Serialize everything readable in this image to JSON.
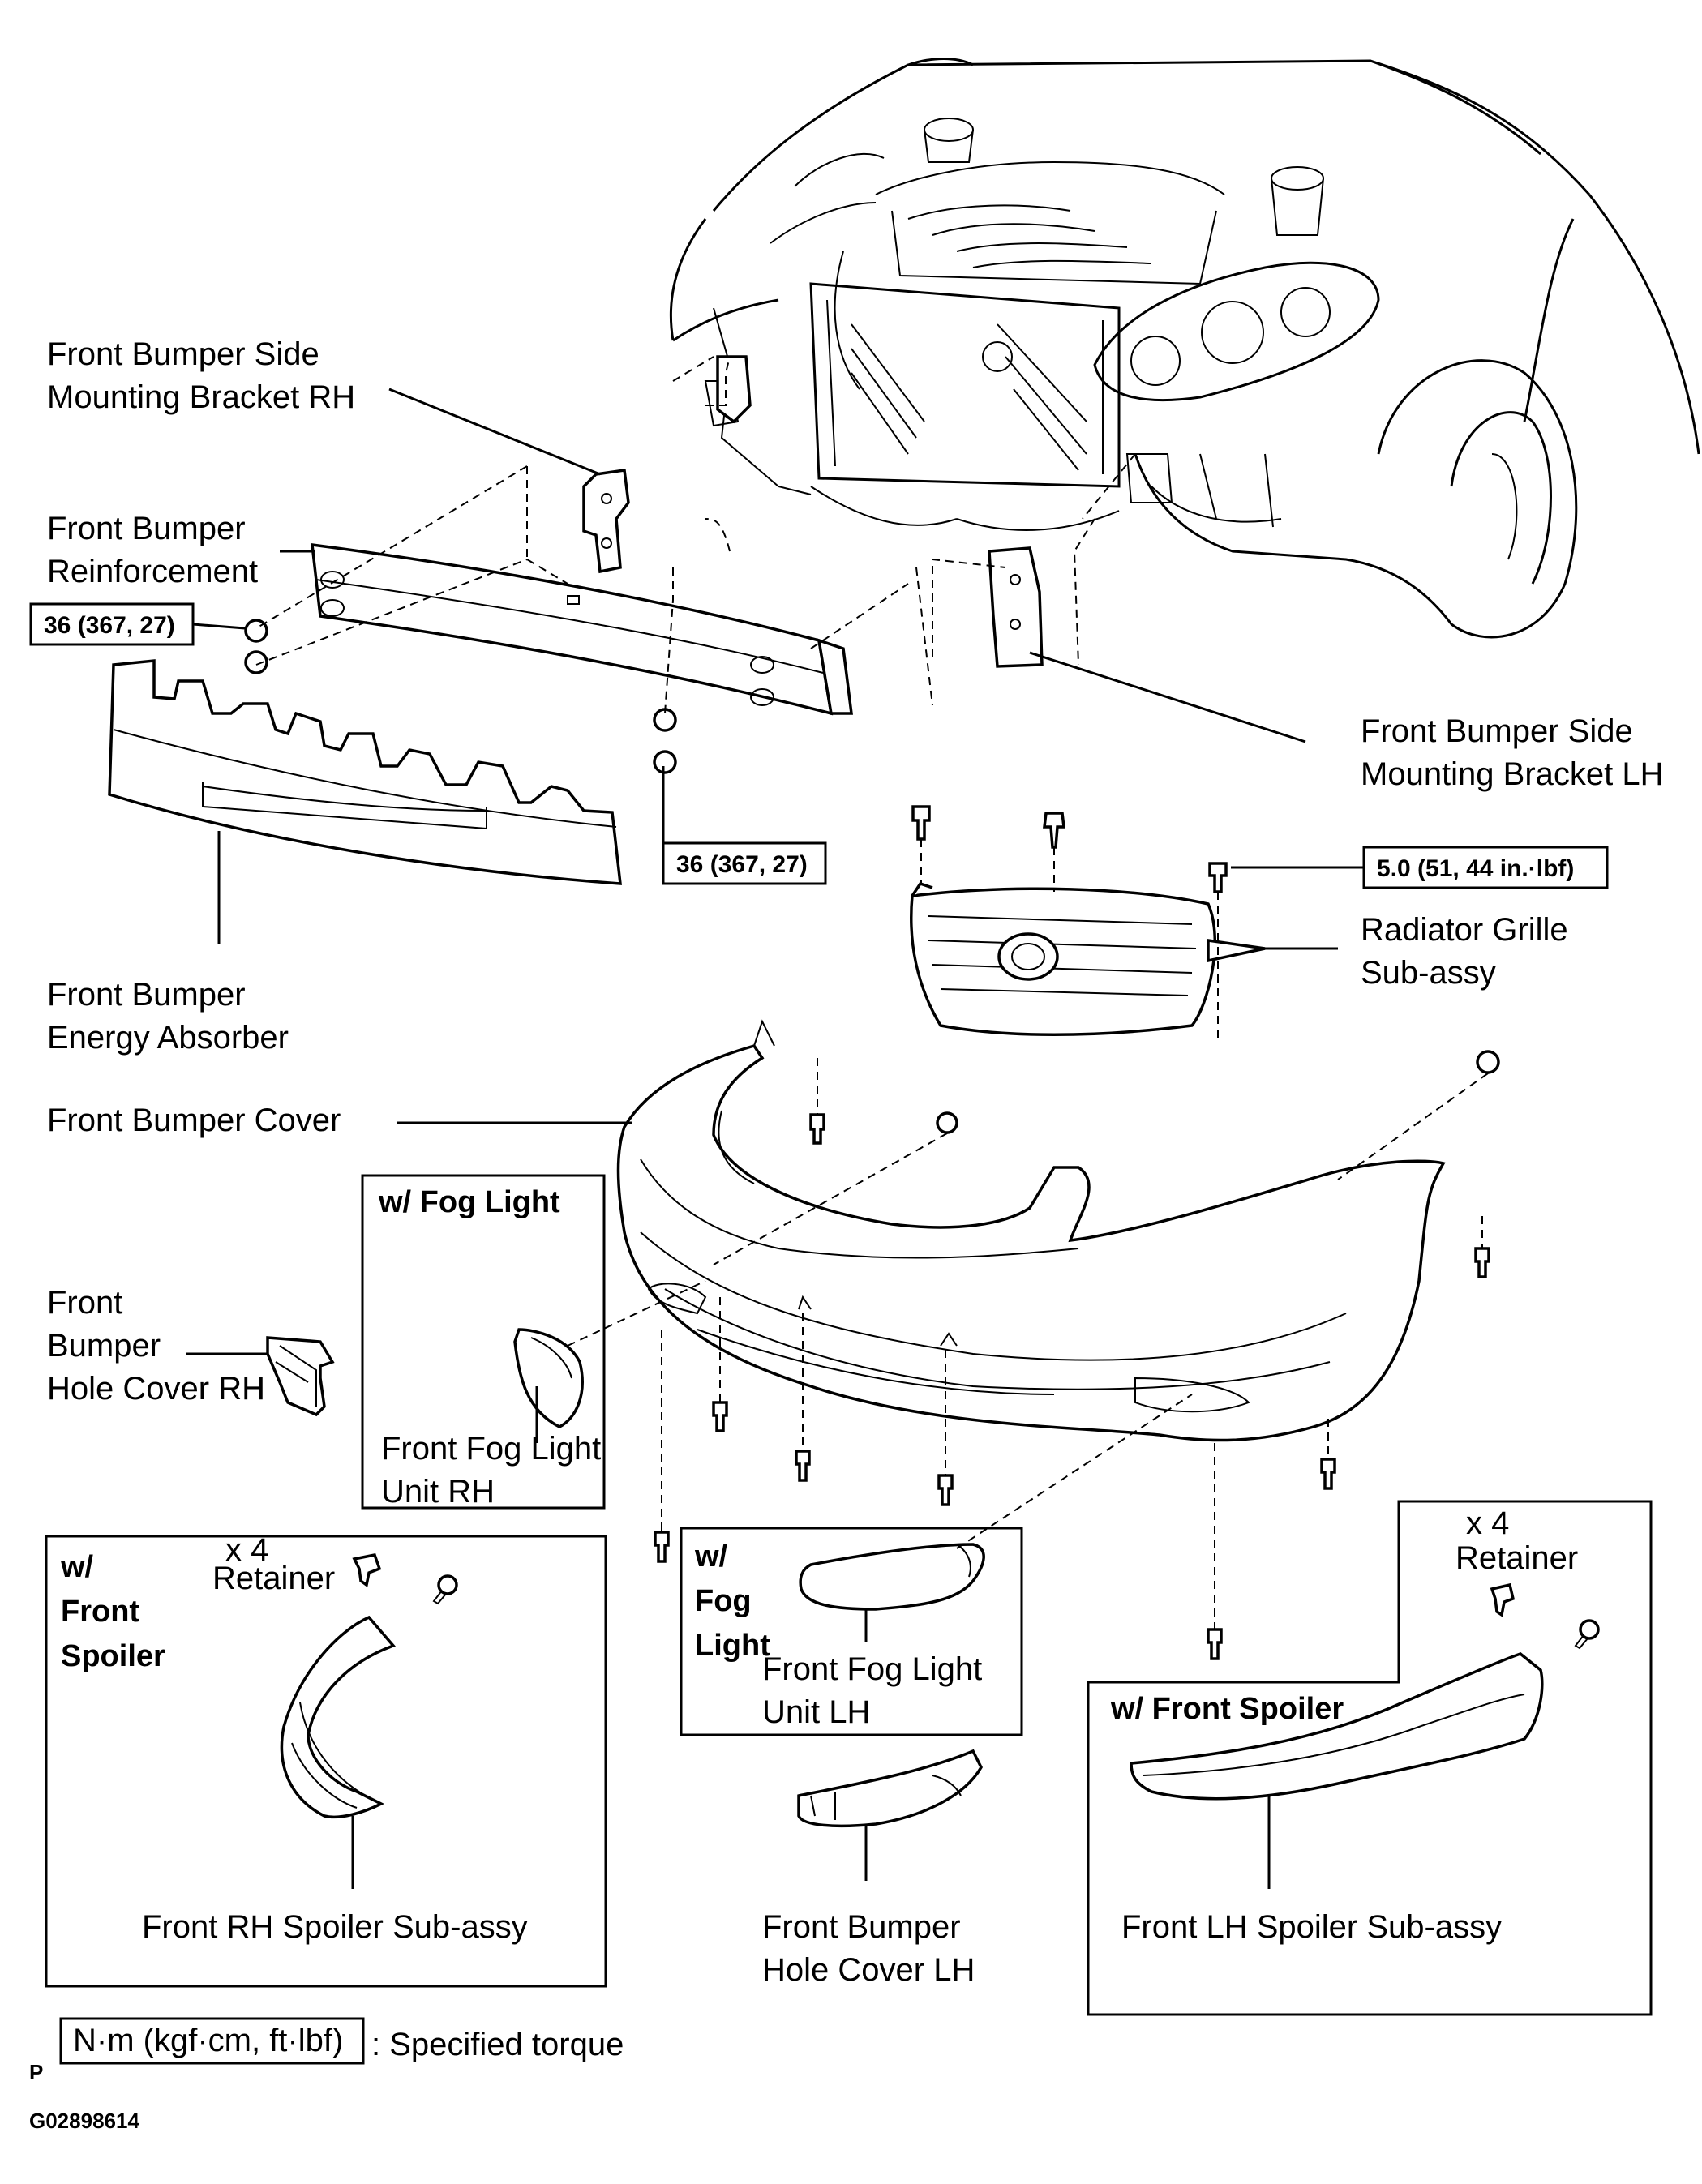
{
  "labels": {
    "bracket_rh": [
      "Front Bumper Side",
      "Mounting Bracket RH"
    ],
    "reinforcement": [
      "Front Bumper",
      "Reinforcement"
    ],
    "bracket_lh": [
      "Front Bumper Side",
      "Mounting Bracket LH"
    ],
    "energy_absorber": [
      "Front Bumper",
      "Energy Absorber"
    ],
    "grille": [
      "Radiator Grille",
      "Sub-assy"
    ],
    "bumper_cover": "Front Bumper Cover",
    "hole_cover_rh": [
      "Front",
      "Bumper",
      "Hole Cover RH"
    ],
    "fog_rh": [
      "Front Fog Light",
      "Unit RH"
    ],
    "fog_lh": [
      "Front Fog Light",
      "Unit LH"
    ],
    "hole_cover_lh": [
      "Front Bumper",
      "Hole Cover LH"
    ],
    "spoiler_rh": "Front RH Spoiler Sub-assy",
    "spoiler_lh": "Front LH Spoiler Sub-assy",
    "retainer_qty": "x 4",
    "retainer": "Retainer"
  },
  "boxes": {
    "fog_light_rh_title": "w/ Fog Light",
    "fog_light_lh_title": [
      "w/",
      "Fog",
      "Light"
    ],
    "front_spoiler_rh_title": [
      "w/",
      "Front",
      "Spoiler"
    ],
    "front_spoiler_lh_title": "w/ Front Spoiler"
  },
  "torque": {
    "reinforcement_upper": "36 (367, 27)",
    "reinforcement_lower": "36 (367, 27)",
    "grille": "5.0 (51, 44 in.·lbf)"
  },
  "legend": {
    "torque_units": "N·m (kgf·cm, ft·lbf)",
    "torque_meaning": ": Specified torque",
    "p_mark": "P"
  },
  "figure_id": "G02898614"
}
